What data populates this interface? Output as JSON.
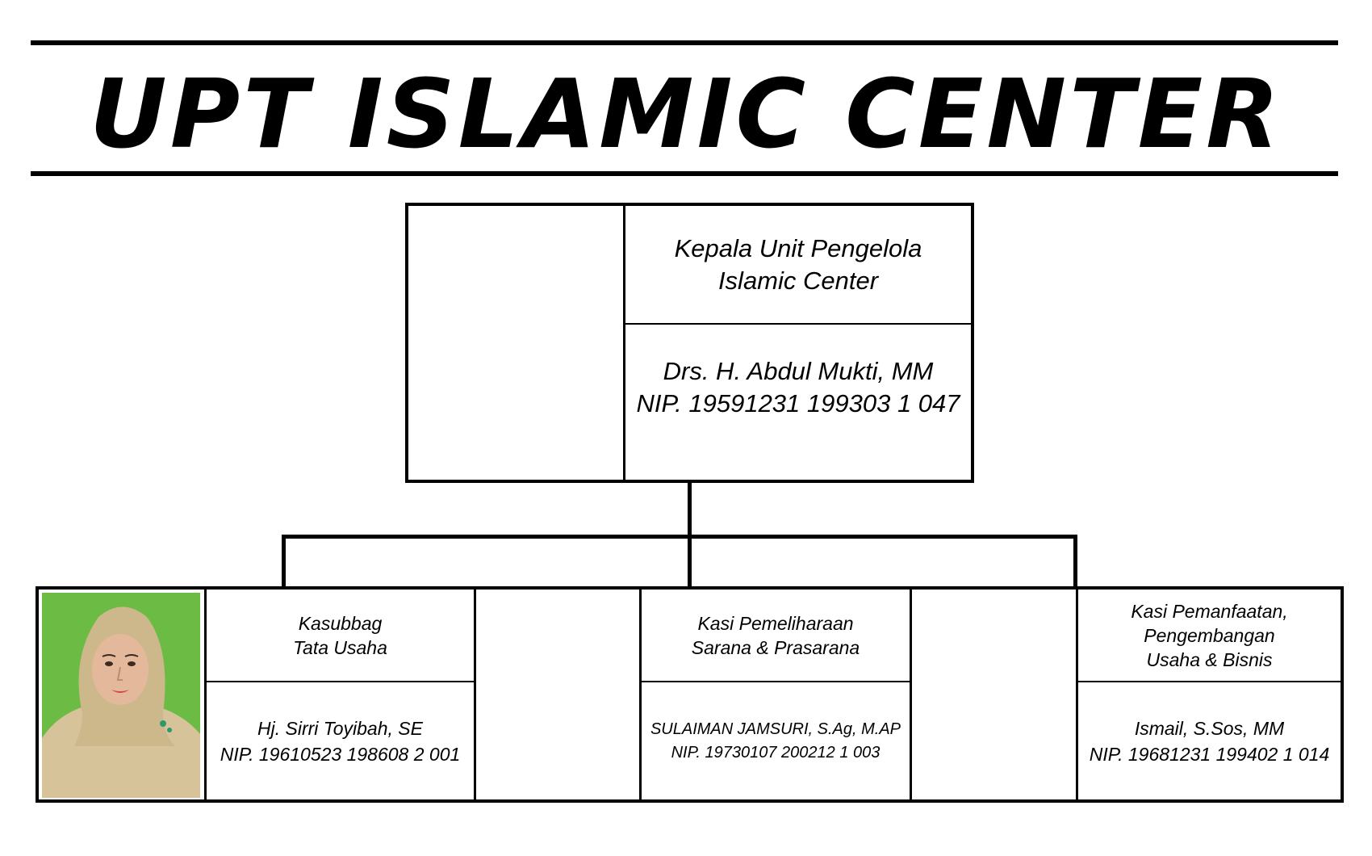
{
  "header": {
    "title": "UPT ISLAMIC CENTER"
  },
  "head": {
    "position_line1": "Kepala Unit Pengelola",
    "position_line2": "Islamic Center",
    "name": "Drs. H. Abdul Mukti, MM",
    "nip": "NIP. 19591231 199303 1 047"
  },
  "units": [
    {
      "position_line1": "Kasubbag",
      "position_line2": "Tata Usaha",
      "name": "Hj. Sirri Toyibah, SE",
      "nip": "NIP. 19610523 198608 2 001"
    },
    {
      "position_line1": "Kasi Pemeliharaan",
      "position_line2": "Sarana & Prasarana",
      "name": "SULAIMAN JAMSURI, S.Ag, M.AP",
      "nip": "NIP. 19730107 200212 1 003"
    },
    {
      "position_line1": "Kasi Pemanfaatan,",
      "position_line2": "Pengembangan",
      "position_line3": "Usaha & Bisnis",
      "name": "Ismail, S.Sos, MM",
      "nip": "NIP. 19681231 199402 1 014"
    }
  ],
  "colors": {
    "photo_background": "#6cbb45",
    "line": "#000000"
  }
}
